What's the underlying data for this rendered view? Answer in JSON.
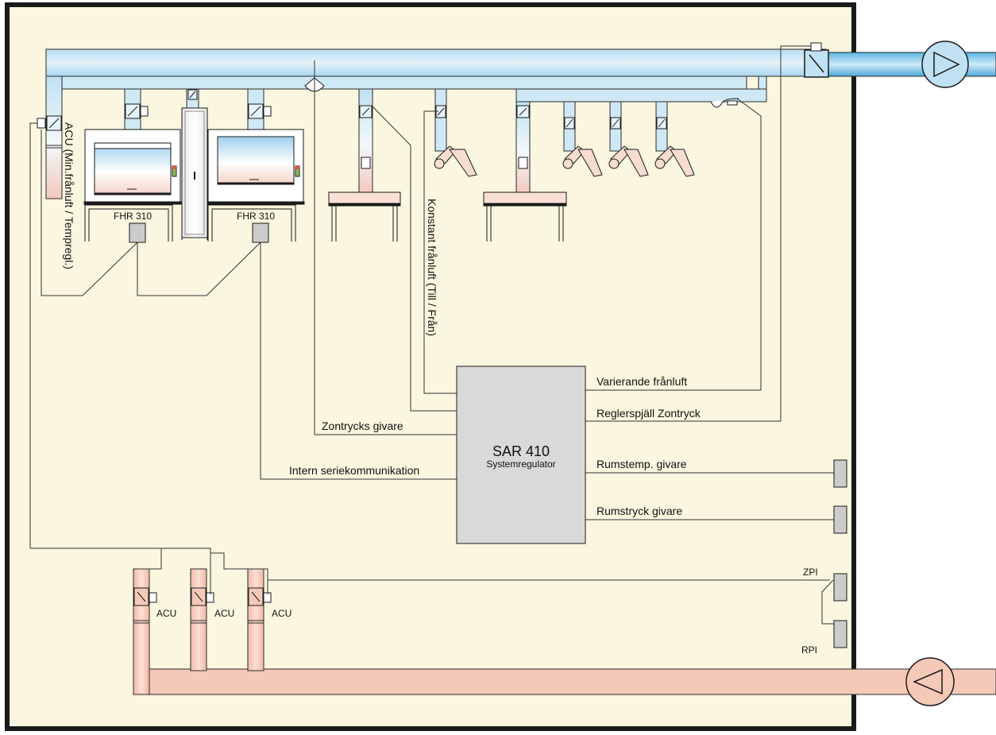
{
  "colors": {
    "room": "#FAF6DF",
    "exhaust_light": "#E8F4FB",
    "exhaust_mid": "#B7DDF1",
    "exhaust_dark": "#5BB5E3",
    "supply": "#F5C9B8",
    "supply_light": "#FBE6DD",
    "controller": "#D9D9D9",
    "wire": "#333333"
  },
  "labels": {
    "acu_vertical": "ACU (Min.frånluft / Tempregl.)",
    "fhr_left": "FHR 310",
    "fhr_right": "FHR 310",
    "konstant": "Konstant frånluft  (Till / Från)",
    "zontrycks_givare": "Zontrycks givare",
    "intern_serie": "Intern seriekommunikation",
    "varierande": "Varierande frånluft",
    "reglerspjall": "Reglerspjäll  Zontryck",
    "rumstemp": "Rumstemp. givare",
    "rumstryck": "Rumstryck givare",
    "zpi": "ZPI",
    "rpi": "RPI",
    "acu_1": "ACU",
    "acu_2": "ACU",
    "acu_3": "ACU"
  },
  "controller": {
    "title": "SAR 410",
    "subtitle": "Systemregulator"
  },
  "icons": {
    "exhaust_fan": "fan-icon",
    "supply_fan": "fan-icon",
    "damper": "damper-icon",
    "pressure_sensor": "pressure-sensor-icon"
  }
}
